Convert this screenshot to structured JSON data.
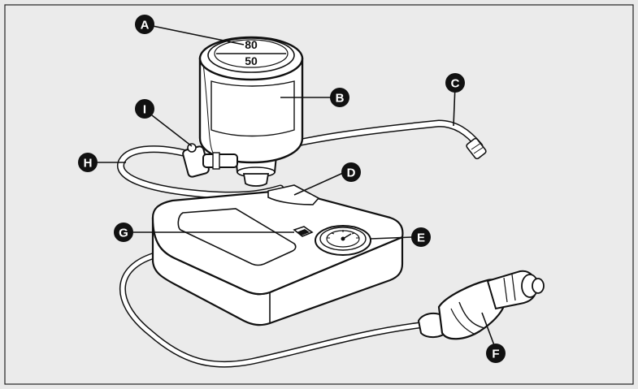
{
  "figure": {
    "background": "#e9e9e9",
    "line_color": "#111111",
    "fill_color": "#ffffff"
  },
  "gauge": {
    "upper_value": "80",
    "lower_value": "50"
  },
  "callouts": {
    "A": "A",
    "B": "B",
    "C": "C",
    "D": "D",
    "E": "E",
    "F": "F",
    "G": "G",
    "H": "H",
    "I": "I"
  }
}
